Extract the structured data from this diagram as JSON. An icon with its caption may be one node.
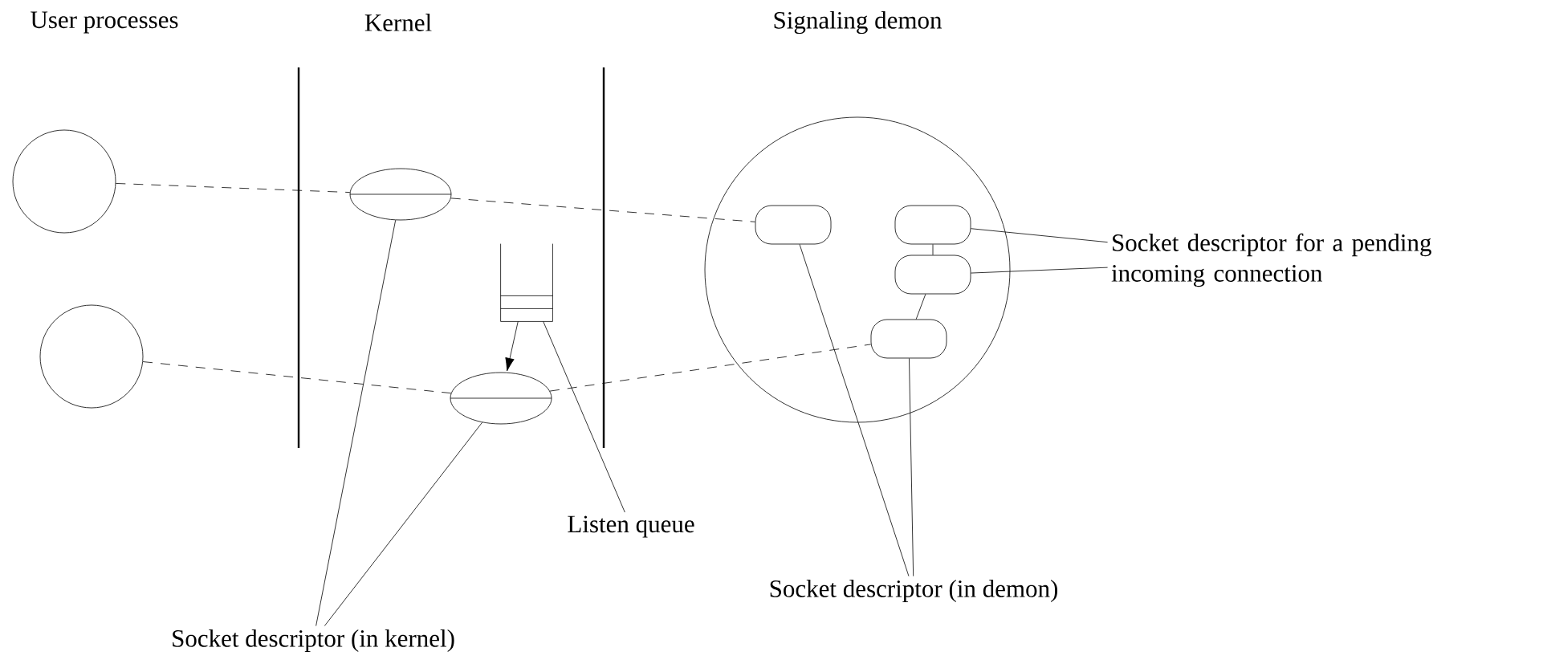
{
  "diagram": {
    "nodes": [
      {
        "text": [],
        "shape": "circle"
      },
      {
        "text": [],
        "shape": "circle"
      },
      {
        "text": [],
        "shape": "ellipse"
      },
      {
        "text": [],
        "shape": "ellipse"
      },
      {
        "text": [],
        "shape": "queue"
      },
      {
        "text": [],
        "shape": "circle"
      },
      {
        "text": [],
        "shape": "box",
        "in": 5
      },
      {
        "text": [],
        "shape": "box",
        "in": 5
      },
      {
        "text": [],
        "shape": "box",
        "in": 5
      },
      {
        "text": [],
        "shape": "box",
        "in": 5
      },
      {
        "text": [
          "Socket descriptor for a pending incoming connection"
        ]
      },
      {
        "text": [
          "Listen queue"
        ]
      },
      {
        "text": [
          "Socket descriptor (in demon)"
        ]
      },
      {
        "text": [
          "Socket descriptor (in kernel)"
        ]
      }
    ],
    "edges": [
      {
        "from": 0,
        "to": 2,
        "arrow": "none",
        "style": "dashed"
      },
      {
        "from": 2,
        "to": 6,
        "arrow": "none",
        "style": "dashed"
      },
      {
        "from": 1,
        "to": 3,
        "arrow": "none",
        "style": "dashed"
      },
      {
        "from": 3,
        "to": 9,
        "arrow": "none",
        "style": "dashed"
      },
      {
        "from": 4,
        "to": 3,
        "arrow": "to"
      },
      {
        "from": 7,
        "to": 8,
        "arrow": "none"
      },
      {
        "from": 8,
        "to": 9,
        "arrow": "none"
      },
      {
        "from": 10,
        "to": 7,
        "arrow": "none"
      },
      {
        "from": 10,
        "to": 8,
        "arrow": "none"
      },
      {
        "from": 11,
        "to": 4,
        "arrow": "none"
      },
      {
        "from": 12,
        "to": 6,
        "arrow": "none"
      },
      {
        "from": 12,
        "to": 9,
        "arrow": "none"
      },
      {
        "from": 13,
        "to": 2,
        "arrow": "none"
      },
      {
        "from": 13,
        "to": 3,
        "arrow": "none"
      }
    ],
    "labels": [
      "User processes",
      "Kernel",
      "Signaling demon"
    ]
  }
}
